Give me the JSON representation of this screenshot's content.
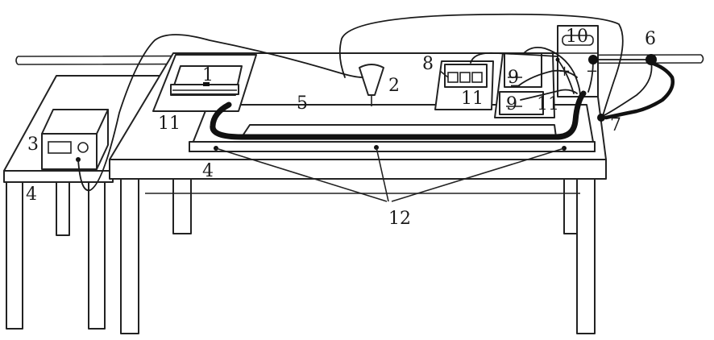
{
  "labels": {
    "l1": "1",
    "l2": "2",
    "l3": "3",
    "l4_left": "4",
    "l4_right": "4",
    "l5": "5",
    "l6": "6",
    "l7": "7",
    "l8": "8",
    "l9_top": "9",
    "l9_bottom": "9",
    "l10": "10",
    "l11_left": "11",
    "l11_mid": "11",
    "l11_right": "11",
    "l12": "12",
    "plus": "+",
    "minus": "−",
    "minus_top": "−"
  }
}
